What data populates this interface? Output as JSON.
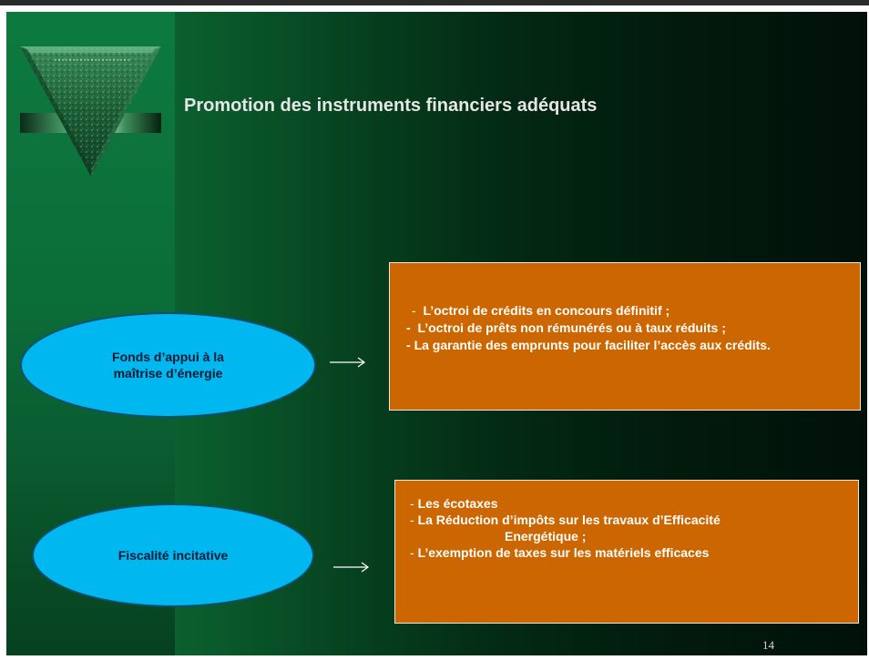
{
  "slide": {
    "title": "Promotion des instruments financiers adéquats",
    "page_number": "14",
    "colors": {
      "background_light": "#0f7a3e",
      "background_dark": "#01110a",
      "ellipse": "#00b7f0",
      "box": "#cc6600"
    }
  },
  "logo": {
    "icon": "green-marble-triangle-logo-icon"
  },
  "rows": [
    {
      "label_lines": [
        "Fonds d’appui à la",
        "maîtrise d’énergie"
      ],
      "arrow_icon": "arrow-right-icon",
      "items": [
        {
          "dash": "-",
          "text": "L’octroi de crédits en concours définitif ;"
        },
        {
          "dash": "-",
          "text": "L’octroi de prêts non rémunérés ou à taux réduits ;"
        },
        {
          "dash": "-",
          "text": "La garantie des emprunts pour faciliter l’accès aux crédits."
        }
      ]
    },
    {
      "label_lines": [
        "Fiscalité incitative"
      ],
      "arrow_icon": "arrow-right-icon",
      "items": [
        {
          "dash": "-",
          "text": "Les écotaxes"
        },
        {
          "dash": "-",
          "text": "La Réduction d’impôts sur les travaux d’Efficacité",
          "continuation": "Energétique ;"
        },
        {
          "dash": "-",
          "text": "L’exemption de taxes sur les matériels efficaces"
        }
      ]
    }
  ]
}
